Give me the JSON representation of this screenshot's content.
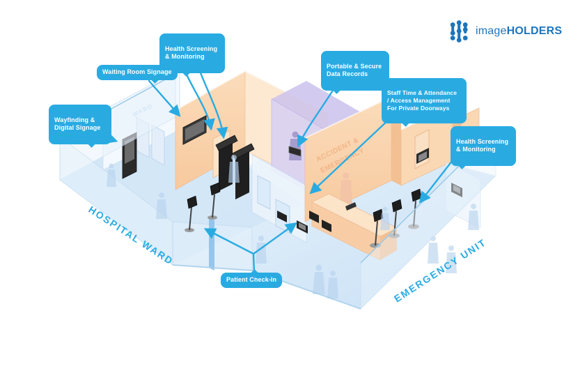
{
  "logo": {
    "part_regular": "image",
    "part_bold": "HOLDERS"
  },
  "colors": {
    "accent_blue": "#29ABE2",
    "logo_blue": "#1C75BC",
    "wall_peach": "#FAD6B0",
    "records_purple": "#D9D2F3",
    "floor_blue": "#D9E8F7"
  },
  "callouts": [
    {
      "id": "health-screening-left",
      "label": "Health Screening\n& Monitoring"
    },
    {
      "id": "waiting-room-signage",
      "label": "Waiting Room Signage"
    },
    {
      "id": "wayfinding-signage",
      "label": "Wayfinding &\nDigital Signage"
    },
    {
      "id": "portable-data-records",
      "label": "Portable & Secure\nData Records"
    },
    {
      "id": "staff-time-attendance",
      "label": "Staff Time & Attendance\n/ Access Management\nFor Private Doorways"
    },
    {
      "id": "health-screening-right",
      "label": "Health Screening\n& Monitoring"
    },
    {
      "id": "patient-check-in",
      "label": "Patient Check-In"
    }
  ],
  "zones": {
    "ward": "HOSPITAL WARD",
    "emergency": "EMERGENCY UNIT"
  },
  "wall_signs": {
    "ward": "WARD",
    "accident_line1": "ACCIDENT &",
    "accident_line2": "EMERGENCY"
  }
}
